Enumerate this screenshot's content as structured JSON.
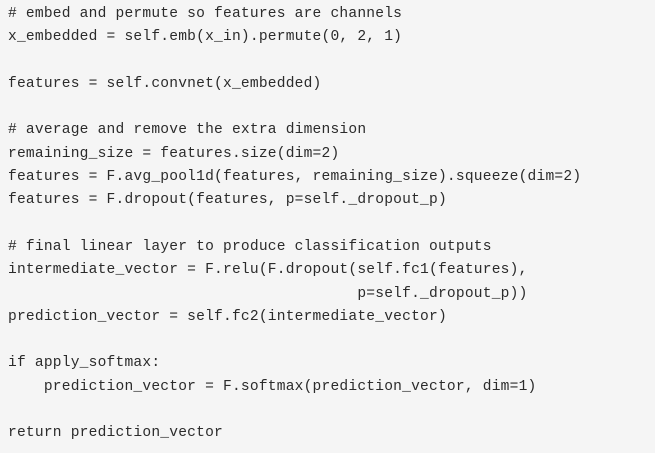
{
  "code": {
    "lines": [
      "# embed and permute so features are channels",
      "x_embedded = self.emb(x_in).permute(0, 2, 1)",
      "",
      "features = self.convnet(x_embedded)",
      "",
      "# average and remove the extra dimension",
      "remaining_size = features.size(dim=2)",
      "features = F.avg_pool1d(features, remaining_size).squeeze(dim=2)",
      "features = F.dropout(features, p=self._dropout_p)",
      "",
      "# final linear layer to produce classification outputs",
      "intermediate_vector = F.relu(F.dropout(self.fc1(features),",
      "                                       p=self._dropout_p))",
      "prediction_vector = self.fc2(intermediate_vector)",
      "",
      "if apply_softmax:",
      "    prediction_vector = F.softmax(prediction_vector, dim=1)",
      "",
      "return prediction_vector"
    ]
  }
}
